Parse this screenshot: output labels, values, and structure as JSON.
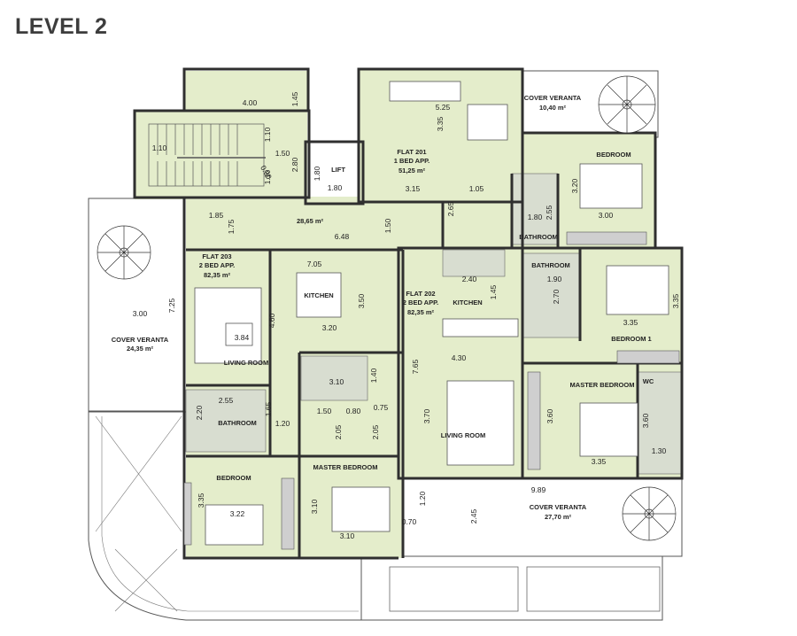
{
  "title": "LEVEL 2",
  "colors": {
    "floor": "#e4edcb",
    "wall": "#2f2f2f",
    "outline": "#555555",
    "veranta": "#ffffff",
    "tile": "#cfcfcf"
  },
  "flats": {
    "f201": {
      "name": "FLAT 201",
      "type": "1 BED APP.",
      "area": "51,25 m²"
    },
    "f202": {
      "name": "FLAT 202",
      "type": "2 BED APP.",
      "area": "82,35 m²"
    },
    "f203": {
      "name": "FLAT 203",
      "type": "2 BED APP.",
      "area": "82,35 m²"
    }
  },
  "common": {
    "lift": "LIFT",
    "area": "28,65 m²"
  },
  "verantas": {
    "top": {
      "label": "COVER VERANTA",
      "area": "10,40 m²"
    },
    "left": {
      "label": "COVER VERANTA",
      "area": "24,35 m²"
    },
    "bottom": {
      "label": "COVER VERANTA",
      "area": "27,70 m²"
    }
  },
  "rooms": {
    "f201_bedroom": "BEDROOM",
    "f201_bathroom": "BATHROOM",
    "f203_kitchen": "KITCHEN",
    "f203_living": "LIVING ROOM",
    "f203_bathroom": "BATHROOM",
    "f203_bedroom": "BEDROOM",
    "f203_master": "MASTER BEDROOM",
    "f202_kitchen": "KITCHEN",
    "f202_bathroom": "BATHROOM",
    "f202_bedroom1": "BEDROOM 1",
    "f202_master": "MASTER BEDROOM",
    "f202_wc": "WC",
    "f202_living": "LIVING ROOM"
  },
  "dims": {
    "d_400": "4.00",
    "d_145a": "1.45",
    "d_110a": "1.10",
    "d_110b": "1.10",
    "d_110c": "1.10",
    "d_150": "1.50",
    "d_280": "2.80",
    "d_090": "0.90",
    "d_180a": "1.80",
    "d_180b": "1.80",
    "d_525": "5.25",
    "d_335a": "3.35",
    "d_315": "3.15",
    "d_105": "1.05",
    "d_265": "2.65",
    "d_180c": "1.80",
    "d_255a": "2.55",
    "d_320a": "3.20",
    "d_300a": "3.00",
    "d_185": "1.85",
    "d_175": "1.75",
    "d_648": "6.48",
    "d_150b": "1.50",
    "d_705": "7.05",
    "d_350": "3.50",
    "d_460": "4.60",
    "d_384": "3.84",
    "d_320b": "3.20",
    "d_725": "7.25",
    "d_300b": "3.00",
    "d_240": "2.40",
    "d_145b": "1.45",
    "d_190": "1.90",
    "d_270": "2.70",
    "d_335b": "3.35",
    "d_335c": "3.35",
    "d_430": "4.30",
    "d_765": "7.65",
    "d_310a": "3.10",
    "d_140": "1.40",
    "d_255b": "2.55",
    "d_220": "2.20",
    "d_165": "1.65",
    "d_120a": "1.20",
    "d_150c": "1.50",
    "d_080": "0.80",
    "d_075": "0.75",
    "d_205a": "2.05",
    "d_205b": "2.05",
    "d_370": "3.70",
    "d_360a": "3.60",
    "d_360b": "3.60",
    "d_335d": "3.35",
    "d_130": "1.30",
    "d_335e": "3.35",
    "d_322": "3.22",
    "d_310b": "3.10",
    "d_310c": "3.10",
    "d_989": "9.89",
    "d_120b": "1.20",
    "d_245": "2.45",
    "d_070": "0.70"
  }
}
